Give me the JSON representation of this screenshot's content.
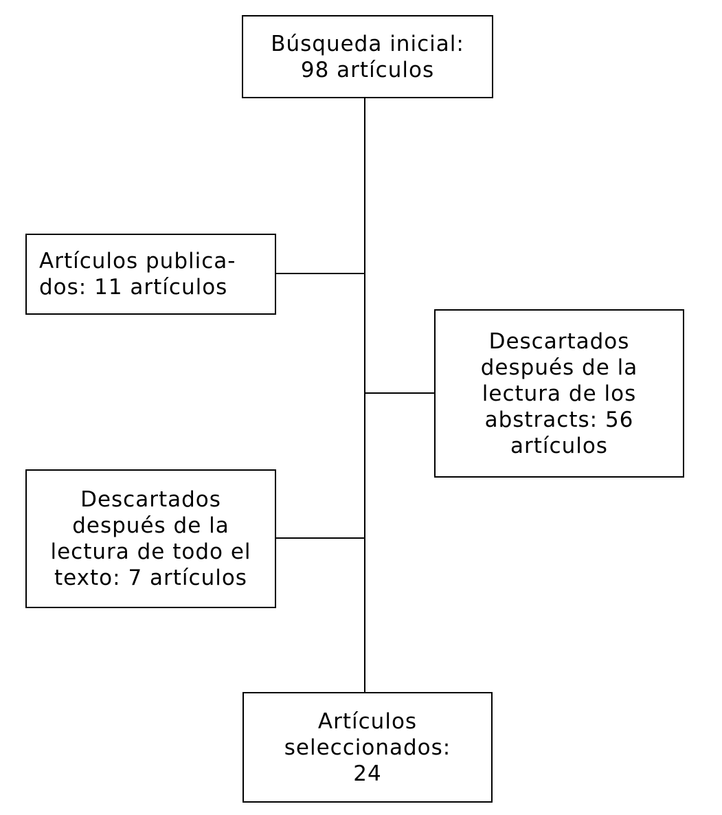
{
  "diagram": {
    "type": "flowchart",
    "background_color": "#ffffff",
    "line_color": "#000000",
    "text_color": "#000000",
    "boxes": {
      "initial_search": {
        "text": "Búsqueda inicial:\n98 artículos"
      },
      "published": {
        "text": "Artículos publica-\ndos: 11 artículos"
      },
      "discarded_abstracts": {
        "text": "Descartados\ndespués de la\nlectura de los\nabstracts: 56\nartículos"
      },
      "discarded_full_text": {
        "text": "Descartados\ndespués de la\nlectura de todo el\ntexto: 7 artículos"
      },
      "selected": {
        "text": "Artículos\nseleccionados:\n24"
      }
    }
  }
}
